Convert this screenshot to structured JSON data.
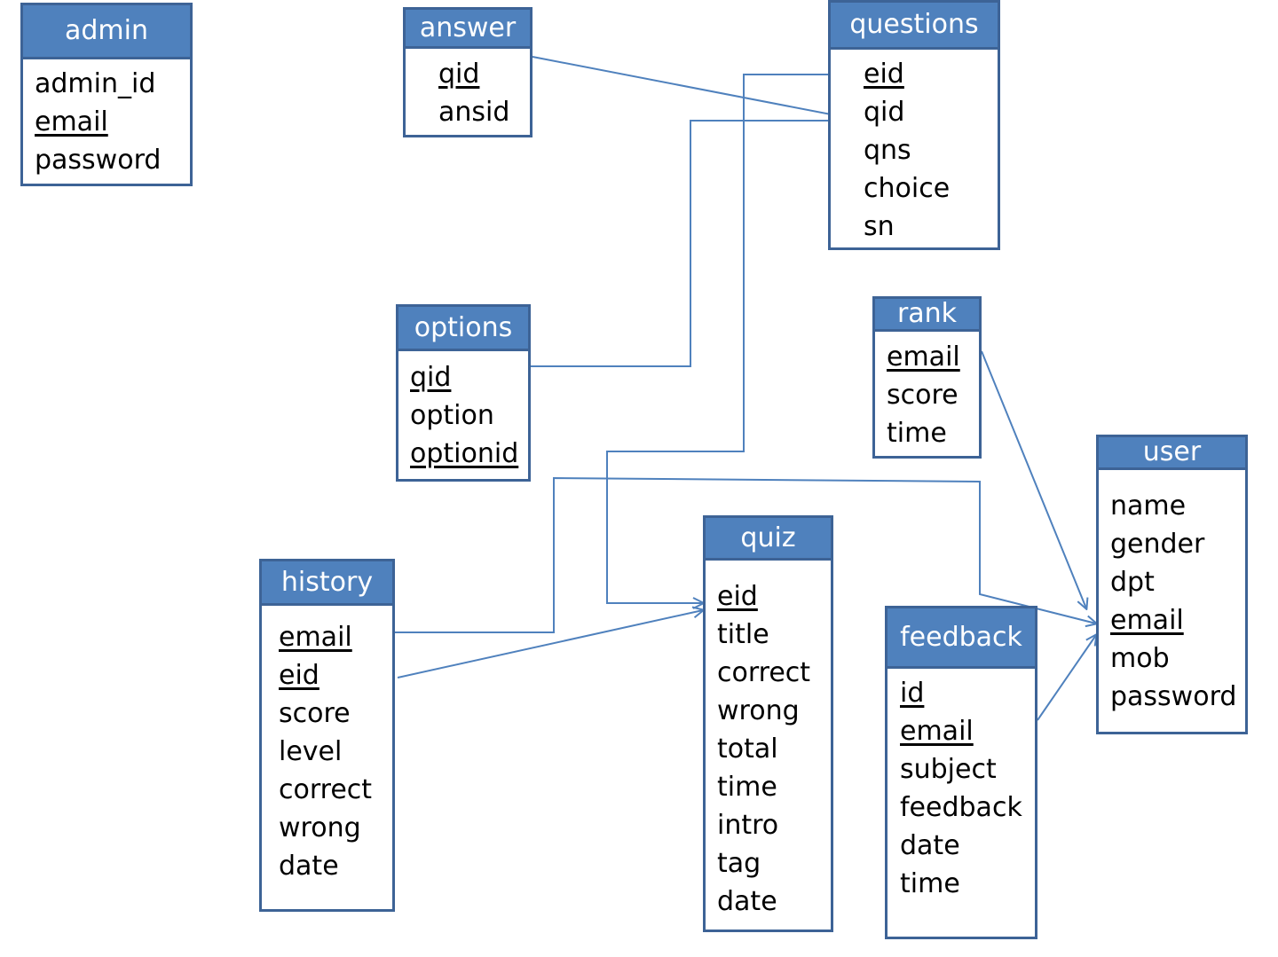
{
  "colors": {
    "header": "#4f81bd",
    "border": "#3d6396",
    "connector": "#4f81bd"
  },
  "entities": {
    "admin": {
      "name": "admin",
      "fields": [
        {
          "text": "admin_id",
          "key": false
        },
        {
          "text": "email",
          "key": true
        },
        {
          "text": "password",
          "key": false
        }
      ]
    },
    "answer": {
      "name": "answer",
      "fields": [
        {
          "text": "qid",
          "key": true
        },
        {
          "text": "ansid",
          "key": false
        }
      ]
    },
    "questions": {
      "name": "questions",
      "fields": [
        {
          "text": "eid",
          "key": true
        },
        {
          "text": "qid",
          "key": false
        },
        {
          "text": "qns",
          "key": false
        },
        {
          "text": "choice",
          "key": false
        },
        {
          "text": "sn",
          "key": false
        }
      ]
    },
    "options": {
      "name": "options",
      "fields": [
        {
          "text": "qid",
          "key": true
        },
        {
          "text": "option",
          "key": false
        },
        {
          "text": "optionid",
          "key": true
        }
      ]
    },
    "rank": {
      "name": "rank",
      "fields": [
        {
          "text": "email",
          "key": true
        },
        {
          "text": "score",
          "key": false
        },
        {
          "text": "time",
          "key": false
        }
      ]
    },
    "user": {
      "name": "user",
      "fields": [
        {
          "text": "name",
          "key": false
        },
        {
          "text": "gender",
          "key": false
        },
        {
          "text": "dpt",
          "key": false
        },
        {
          "text": "email",
          "key": true
        },
        {
          "text": "mob",
          "key": false
        },
        {
          "text": "password",
          "key": false
        }
      ]
    },
    "history": {
      "name": "history",
      "fields": [
        {
          "text": "email",
          "key": true
        },
        {
          "text": "eid",
          "key": true
        },
        {
          "text": "score",
          "key": false
        },
        {
          "text": "level",
          "key": false
        },
        {
          "text": "correct",
          "key": false
        },
        {
          "text": "wrong",
          "key": false
        },
        {
          "text": "date",
          "key": false
        }
      ]
    },
    "quiz": {
      "name": "quiz",
      "fields": [
        {
          "text": "eid",
          "key": true
        },
        {
          "text": "title",
          "key": false
        },
        {
          "text": "correct",
          "key": false
        },
        {
          "text": "wrong",
          "key": false
        },
        {
          "text": "total",
          "key": false
        },
        {
          "text": "time",
          "key": false
        },
        {
          "text": "intro",
          "key": false
        },
        {
          "text": "tag",
          "key": false
        },
        {
          "text": "date",
          "key": false
        }
      ]
    },
    "feedback": {
      "name": "feedback",
      "fields": [
        {
          "text": "id",
          "key": true
        },
        {
          "text": "email",
          "key": true
        },
        {
          "text": "subject",
          "key": false
        },
        {
          "text": "feedback",
          "key": false
        },
        {
          "text": "date",
          "key": false
        },
        {
          "text": "time",
          "key": false
        }
      ]
    }
  },
  "relationships": [
    {
      "from": "answer.qid",
      "to": "questions.qid"
    },
    {
      "from": "options.qid",
      "to": "questions.qid"
    },
    {
      "from": "questions.eid",
      "to": "quiz.eid"
    },
    {
      "from": "history.eid",
      "to": "quiz.eid"
    },
    {
      "from": "history.email",
      "to": "user.email"
    },
    {
      "from": "rank.email",
      "to": "user.email"
    },
    {
      "from": "feedback.email",
      "to": "user.email"
    }
  ]
}
